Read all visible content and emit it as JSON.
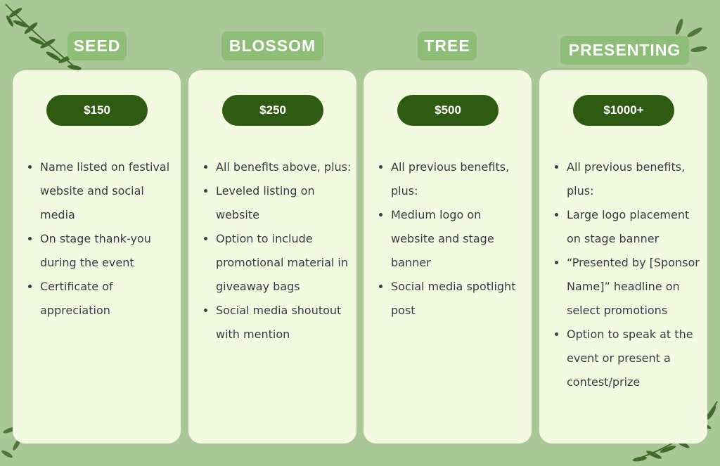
{
  "colors": {
    "background": "#a9c797",
    "card": "#f4f9e1",
    "label": "#8dbd76",
    "price_pill": "#2f5a12",
    "text": "#3a3a44",
    "leaf": "#3f6b2a"
  },
  "decorations": [
    "leaf-sprig-icon"
  ],
  "tiers": [
    {
      "name": "SEED",
      "price": "$150",
      "benefits": [
        "Name listed on festival website and social media",
        "On stage thank-you during the event",
        "Certificate of appreciation"
      ]
    },
    {
      "name": "BLOSSOM",
      "price": "$250",
      "benefits": [
        "All benefits above, plus:",
        "Leveled listing on website",
        "Option to include promotional material in giveaway bags",
        "Social media shoutout with mention"
      ]
    },
    {
      "name": "TREE",
      "price": "$500",
      "benefits": [
        "All previous benefits, plus:",
        "Medium logo on website and stage banner",
        "Social media spotlight post"
      ]
    },
    {
      "name": "PRESENTING",
      "price": "$1000+",
      "benefits": [
        "All previous benefits, plus:",
        "Large logo placement on stage banner",
        "“Presented by [Sponsor Name]” headline on select promotions",
        "Option to speak at the event or present a contest/prize"
      ]
    }
  ]
}
